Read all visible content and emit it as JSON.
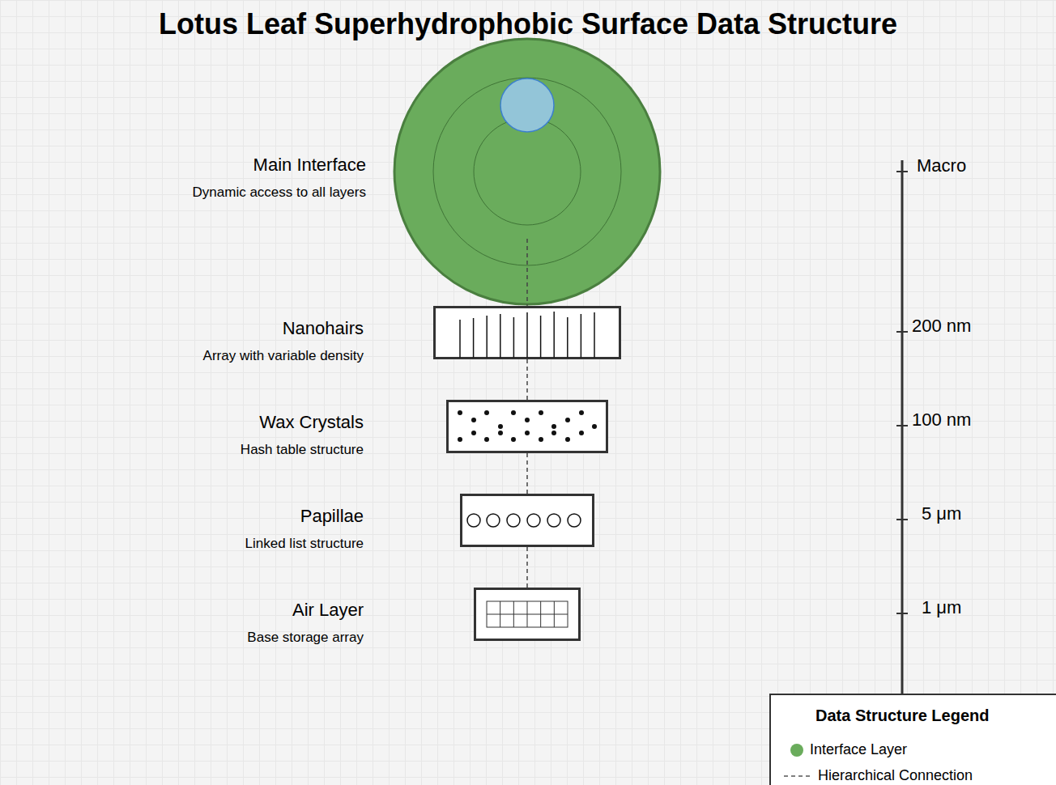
{
  "diagram": {
    "title": "Lotus Leaf Superhydrophobic Surface Data Structure",
    "nodes": [
      {
        "text": [
          "Main Interface",
          "Dynamic access to all layers"
        ]
      },
      {
        "text": [
          "Nanohairs",
          "Array with variable density"
        ]
      },
      {
        "text": [
          "Wax Crystals",
          "Hash table structure"
        ]
      },
      {
        "text": [
          "Papillae",
          "Linked list structure"
        ]
      },
      {
        "text": [
          "Air Layer",
          "Base storage array"
        ]
      }
    ],
    "edges": [
      {
        "from": 0,
        "to": 1,
        "arrow": "none"
      },
      {
        "from": 1,
        "to": 2,
        "arrow": "none"
      },
      {
        "from": 2,
        "to": 3,
        "arrow": "none"
      },
      {
        "from": 3,
        "to": 4,
        "arrow": "none"
      }
    ],
    "labels": [
      "Macro",
      "200 nm",
      "100 nm",
      "5 μm",
      "1 μm",
      "Data Structure Legend"
    ],
    "legend": [
      {
        "text": "Interface Layer",
        "color": "#6aac5c"
      },
      {
        "text": "Hierarchical Connection"
      }
    ]
  }
}
